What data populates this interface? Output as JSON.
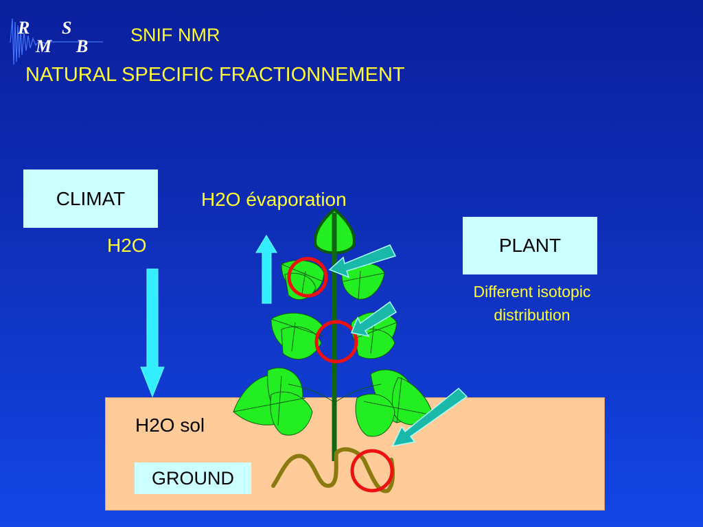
{
  "logo": {
    "letters": [
      "R",
      "S",
      "M",
      "B"
    ]
  },
  "header": {
    "title": "SNIF NMR",
    "subtitle": "NATURAL SPECIFIC FRACTIONNEMENT"
  },
  "diagram": {
    "climat_label": "CLIMAT",
    "h2o_label": "H2O",
    "evaporation_label": "H2O évaporation",
    "plant_label": "PLANT",
    "plant_note": "Different isotopic distribution",
    "soil_label": "H2O sol",
    "ground_label": "GROUND"
  },
  "colors": {
    "background_top": "#0a1f9c",
    "background_bottom": "#1346e6",
    "title": "#ffff33",
    "box": "#ccffff",
    "ground": "#ffcc99",
    "leaf": "#22ee22",
    "stem": "#116611",
    "arrow_light": "#33eeff",
    "arrow_teal": "#19b8a8",
    "circle": "#ee1111",
    "root": "#8a7a10"
  }
}
